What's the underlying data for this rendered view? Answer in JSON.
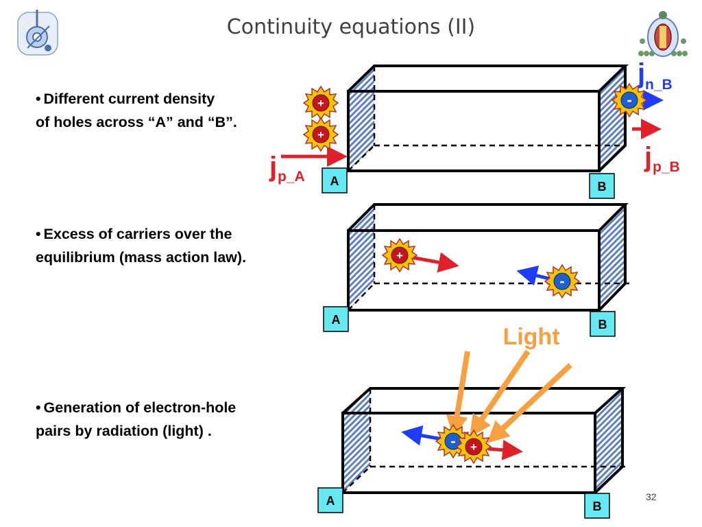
{
  "slide": {
    "title": "Continuity equations (II)",
    "page_number": "32"
  },
  "bullets": [
    {
      "bullet": "•",
      "line1": "Different current density",
      "line2": "of holes across “A” and “B”."
    },
    {
      "bullet": "•",
      "line1": "Excess of carriers over the",
      "line2": "equilibrium (mass action law)."
    },
    {
      "bullet": "•",
      "line1": "Generation of electron-hole",
      "line2": "pairs by radiation (light) ."
    }
  ],
  "diagrams": {
    "box1": {
      "label_a": "A",
      "label_b": "B",
      "jn_b_main": "j",
      "jn_b_sub": "n_B",
      "jp_b_main": "j",
      "jp_b_sub": "p_B",
      "jp_a_main": "j",
      "jp_a_sub": "p_A"
    },
    "box2": {
      "label_a": "A",
      "label_b": "B"
    },
    "box3": {
      "label_a": "A",
      "label_b": "B",
      "light_label": "Light"
    },
    "hole_sign": "+",
    "electron_sign": "-"
  },
  "colors": {
    "hole": "#e0202a",
    "electron": "#1e3cff",
    "light": "#f7a040",
    "label_box": "#66e8f2",
    "hatch": "#5b7fc7"
  }
}
